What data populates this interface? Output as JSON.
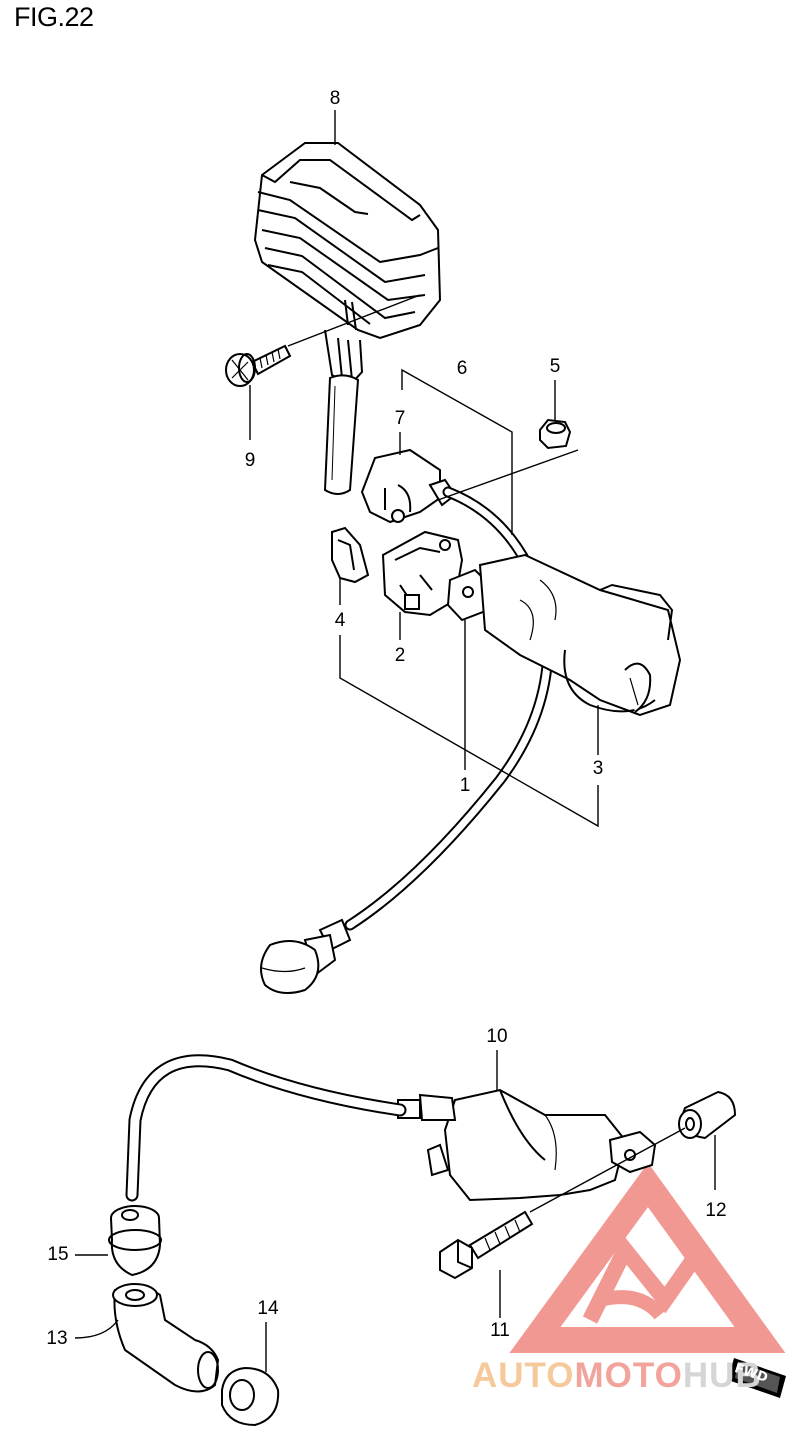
{
  "figure": {
    "title": "FIG.22"
  },
  "callouts": {
    "c1": "1",
    "c2": "2",
    "c3": "3",
    "c4": "4",
    "c5": "5",
    "c6": "6",
    "c7": "7",
    "c8": "8",
    "c9": "9",
    "c10": "10",
    "c11": "11",
    "c12": "12",
    "c13": "13",
    "c14": "14",
    "c15": "15"
  },
  "watermark": {
    "part1": "AUTO",
    "part2": "MOTO",
    "part3": "HUB",
    "color_primary": "#f2a49c",
    "color_secondary": "#f6c99b"
  },
  "direction_badge": {
    "label": "FWD"
  }
}
